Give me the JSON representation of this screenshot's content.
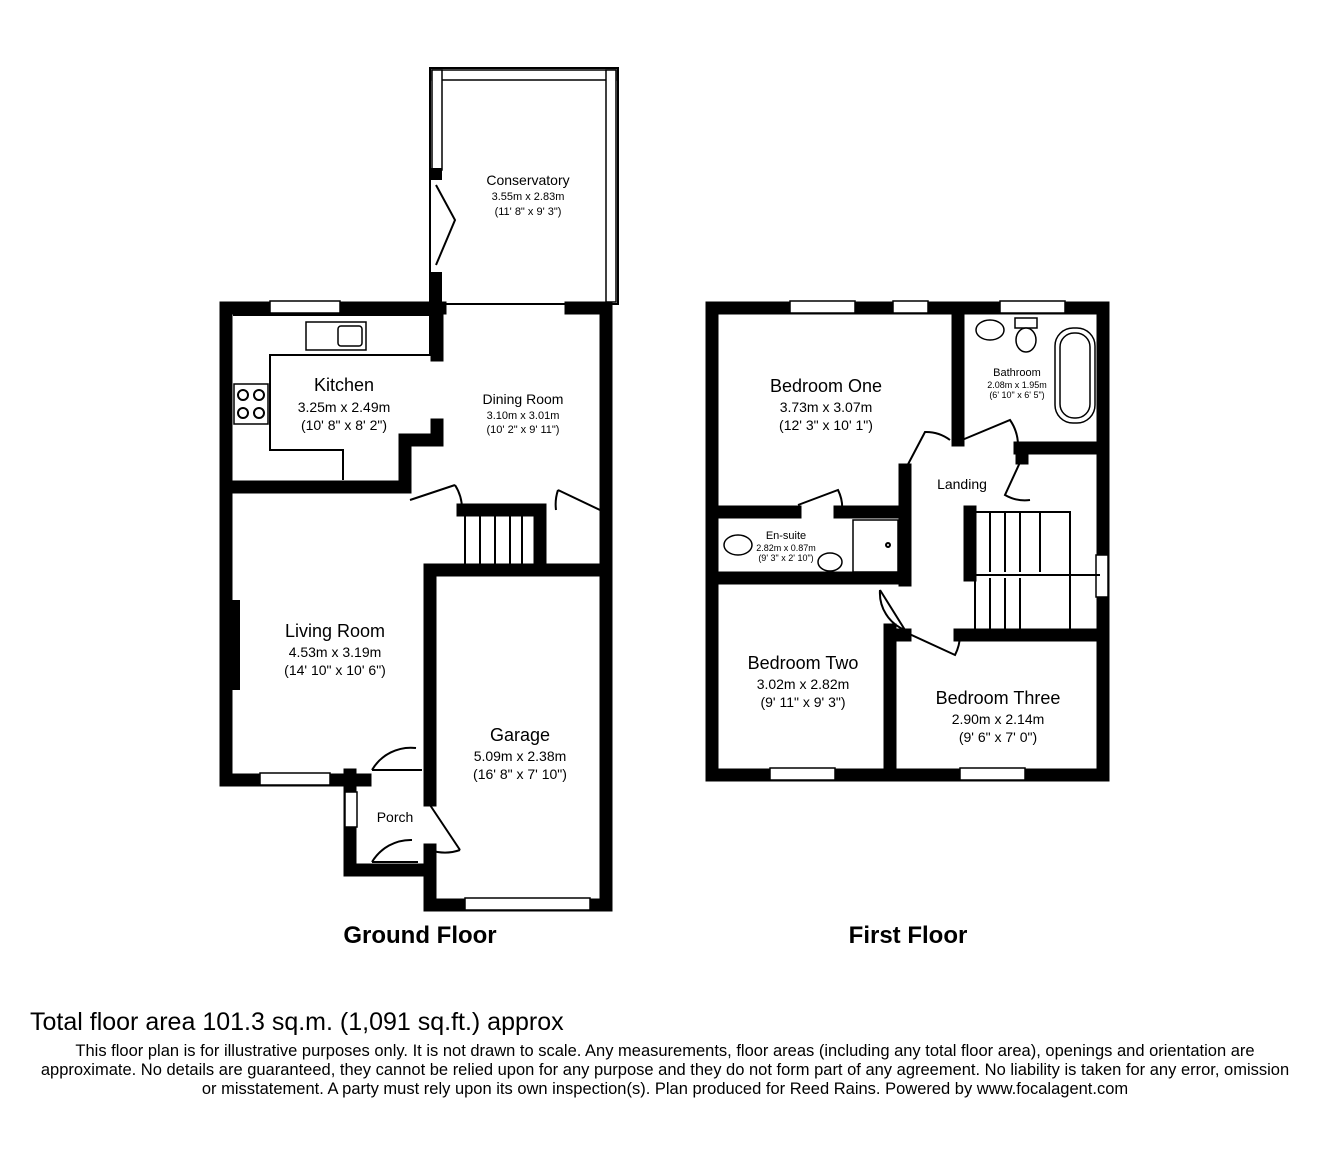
{
  "ground_floor": {
    "label": "Ground Floor",
    "rooms": {
      "conservatory": {
        "name": "Conservatory",
        "metric": "3.55m x 2.83m",
        "imperial": "(11' 8\" x 9' 3\")"
      },
      "kitchen": {
        "name": "Kitchen",
        "metric": "3.25m x 2.49m",
        "imperial": "(10' 8\" x 8' 2\")"
      },
      "dining": {
        "name": "Dining Room",
        "metric": "3.10m x 3.01m",
        "imperial": "(10' 2\" x 9' 11\")"
      },
      "living": {
        "name": "Living Room",
        "metric": "4.53m x 3.19m",
        "imperial": "(14' 10\" x 10' 6\")"
      },
      "garage": {
        "name": "Garage",
        "metric": "5.09m x 2.38m",
        "imperial": "(16' 8\" x 7' 10\")"
      },
      "porch": {
        "name": "Porch"
      }
    }
  },
  "first_floor": {
    "label": "First Floor",
    "rooms": {
      "bed1": {
        "name": "Bedroom One",
        "metric": "3.73m x 3.07m",
        "imperial": "(12' 3\" x 10' 1\")"
      },
      "bathroom": {
        "name": "Bathroom",
        "metric": "2.08m x 1.95m",
        "imperial": "(6' 10\" x 6' 5\")"
      },
      "landing": {
        "name": "Landing"
      },
      "ensuite": {
        "name": "En-suite",
        "metric": "2.82m x 0.87m",
        "imperial": "(9' 3\" x 2' 10\")"
      },
      "bed2": {
        "name": "Bedroom Two",
        "metric": "3.02m x 2.82m",
        "imperial": "(9' 11\" x 9' 3\")"
      },
      "bed3": {
        "name": "Bedroom Three",
        "metric": "2.90m x 2.14m",
        "imperial": "(9' 6\" x 7' 0\")"
      }
    }
  },
  "footer": {
    "total": "Total floor area 101.3 sq.m. (1,091 sq.ft.) approx",
    "disclaimer": "This floor plan is for illustrative purposes only. It is not drawn to scale. Any measurements, floor areas (including any total floor area), openings and orientation are approximate. No details are guaranteed, they cannot be relied upon for any purpose and they do not form part of any agreement. No liability is taken for any error, omission or misstatement. A party must rely upon its own inspection(s). Plan produced for Reed Rains. Powered by www.focalagent.com"
  }
}
